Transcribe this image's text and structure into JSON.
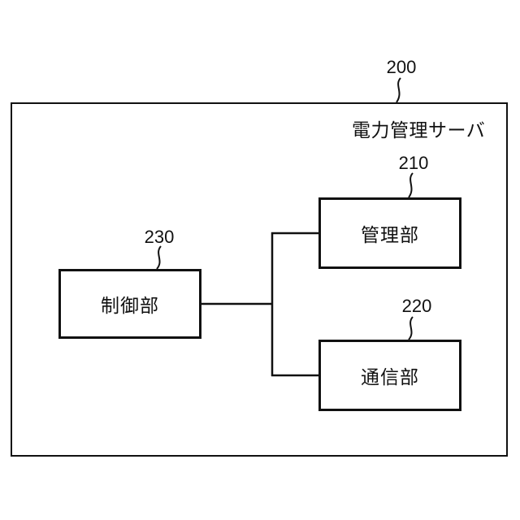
{
  "diagram": {
    "outer": {
      "ref": "200",
      "title": "電力管理サーバ"
    },
    "boxes": [
      {
        "id": "management",
        "ref": "210",
        "label": "管理部"
      },
      {
        "id": "communication",
        "ref": "220",
        "label": "通信部"
      },
      {
        "id": "control",
        "ref": "230",
        "label": "制御部"
      }
    ],
    "connectors": [
      "control-to-branch",
      "branch-vertical",
      "branch-to-management",
      "branch-to-communication"
    ]
  },
  "colors": {
    "line": "#111111",
    "text": "#111111",
    "background": "#ffffff"
  }
}
